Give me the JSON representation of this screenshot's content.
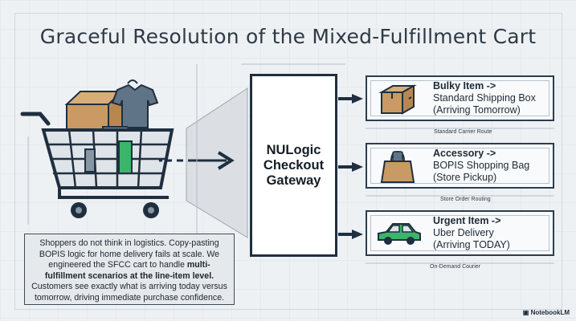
{
  "title": "Graceful Resolution of the Mixed-Fulfillment Cart",
  "gateway": {
    "label": "NULogic\nCheckout\nGateway"
  },
  "options": [
    {
      "head": "Bulky Item ->",
      "line1": "Standard Shipping Box",
      "line2": "(Arriving Tomorrow)",
      "route": "Standard Carrier Route",
      "icon": "box-icon"
    },
    {
      "head": "Accessory ->",
      "line1": "BOPIS Shopping Bag",
      "line2": "(Store Pickup)",
      "route": "Store Order Routing",
      "icon": "shopping-bag-icon"
    },
    {
      "head": "Urgent Item ->",
      "line1": "Uber Delivery",
      "line2": "(Arriving TODAY)",
      "route": "On-Demand Courier",
      "icon": "car-icon"
    }
  ],
  "note": {
    "p1": "Shoppers do not think in logistics. Copy-pasting BOPIS logic for home delivery fails at scale. We engineered the SFCC cart to handle ",
    "bold": "multi-fulfillment scenarios at the line-item level.",
    "p2": " Customers see exactly what is arriving today versus tomorrow, driving immediate purchase confidence."
  },
  "badge": "NotebookLM",
  "colors": {
    "box": "#c99a63",
    "car": "#3bb56a",
    "ink": "#1f2f3f"
  }
}
